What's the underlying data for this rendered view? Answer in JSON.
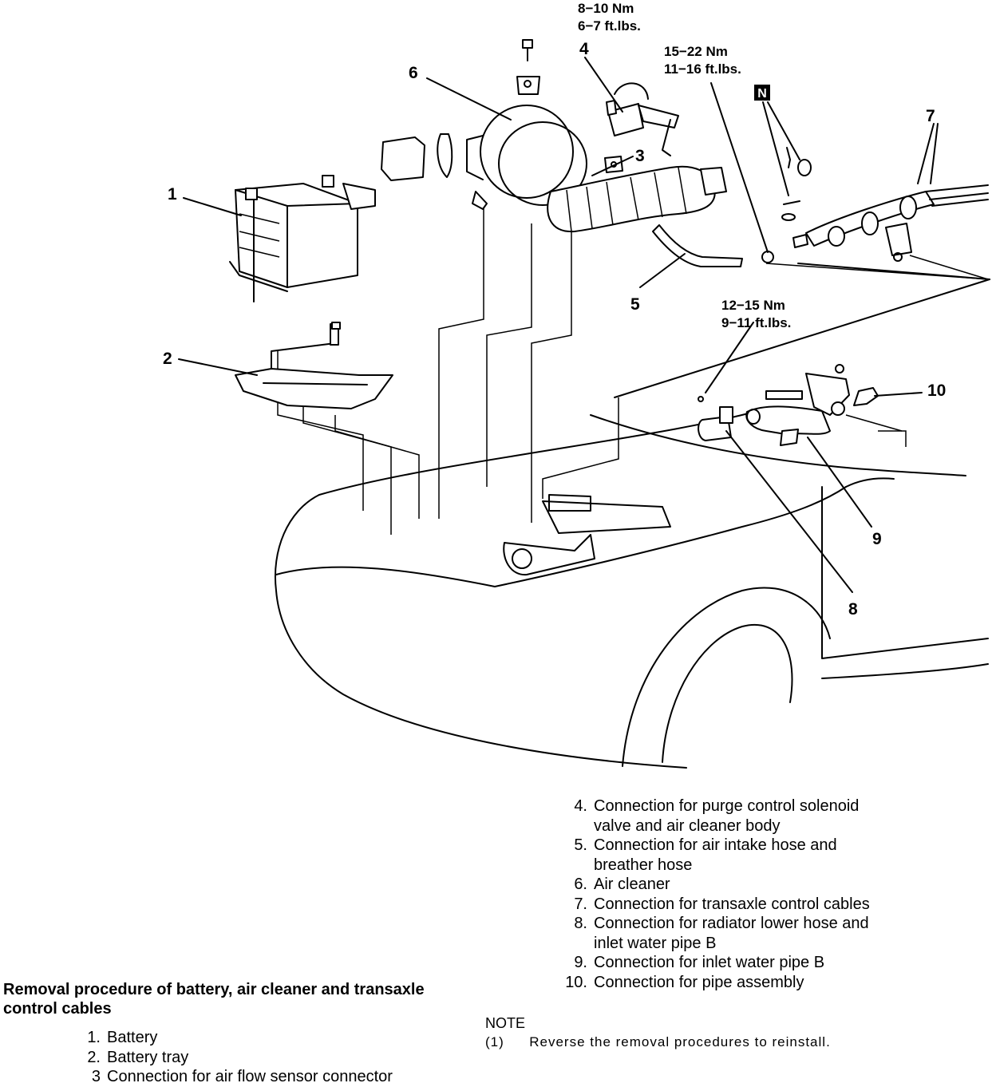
{
  "callouts": {
    "c1": "1",
    "c2": "2",
    "c3": "3",
    "c4": "4",
    "c5": "5",
    "c6": "6",
    "c7": "7",
    "c8": "8",
    "c9": "9",
    "c10": "10"
  },
  "torques": {
    "air_cleaner_bolt": {
      "nm": "8−10  Nm",
      "ftlbs": "6−7  ft.lbs."
    },
    "cable_nut": {
      "nm": "15−22  Nm",
      "ftlbs": "11−16  ft.lbs."
    },
    "pipe_bolt": {
      "nm": "12−15  Nm",
      "ftlbs": "9−11  ft.lbs."
    }
  },
  "badge": "N",
  "heading": "Removal procedure of battery, air cleaner and transaxle control cables",
  "legend_left": [
    {
      "num": "1.",
      "text": "Battery"
    },
    {
      "num": "2.",
      "text": "Battery tray"
    },
    {
      "num": "3",
      "text": "Connection for air flow sensor connector"
    }
  ],
  "legend_right": [
    {
      "num": "4.",
      "lines": [
        "Connection for purge control solenoid",
        "valve and air cleaner body"
      ]
    },
    {
      "num": "5.",
      "lines": [
        "Connection for air intake hose and",
        "breather hose"
      ]
    },
    {
      "num": "6.",
      "lines": [
        "Air cleaner"
      ]
    },
    {
      "num": "7.",
      "lines": [
        "Connection for transaxle control cables"
      ]
    },
    {
      "num": "8.",
      "lines": [
        "Connection for radiator lower hose and",
        "inlet water pipe B"
      ]
    },
    {
      "num": "9.",
      "lines": [
        "Connection for inlet water pipe B"
      ]
    },
    {
      "num": "10.",
      "lines": [
        "Connection for pipe assembly"
      ]
    }
  ],
  "note": {
    "title": "NOTE",
    "num": "(1)",
    "text": "Reverse the removal procedures to reinstall."
  }
}
